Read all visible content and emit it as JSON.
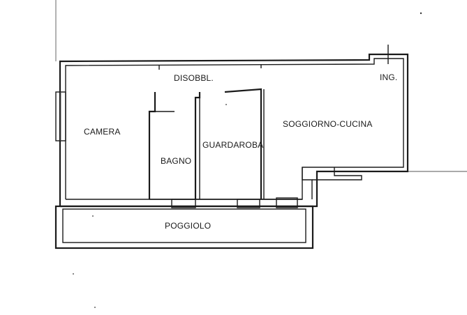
{
  "rooms": {
    "disobbl": "DISOBBL.",
    "ingresso": "ING.",
    "camera": "CAMERA",
    "soggiorno_cucina": "SOGGIORNO-CUCINA",
    "guardaroba": "GUARDAROBA",
    "bagno": "BAGNO",
    "poggiolo": "POGGIOLO"
  },
  "colors": {
    "ink": "#1a1a1a",
    "paper": "#ffffff"
  }
}
